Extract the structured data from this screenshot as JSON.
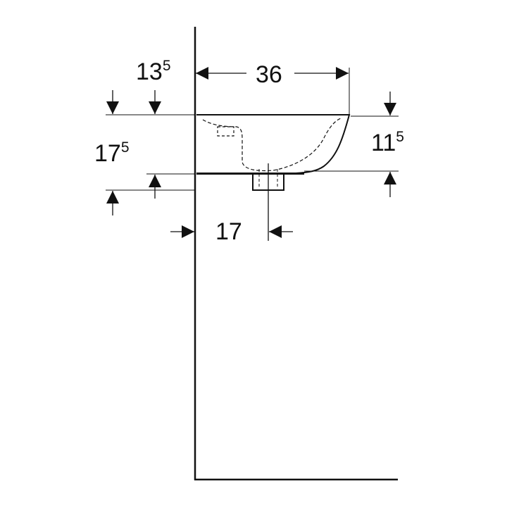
{
  "diagram": {
    "line_color": "#111111",
    "background": "#ffffff",
    "dimensions": {
      "width_top": {
        "value": "36"
      },
      "rim_offset": {
        "value": "13",
        "superscript": "5"
      },
      "rim_height_right": {
        "value": "11",
        "superscript": "5"
      },
      "bottom_offset_left": {
        "value": "17",
        "superscript": "5"
      },
      "drain_distance": {
        "value": "17"
      }
    }
  }
}
